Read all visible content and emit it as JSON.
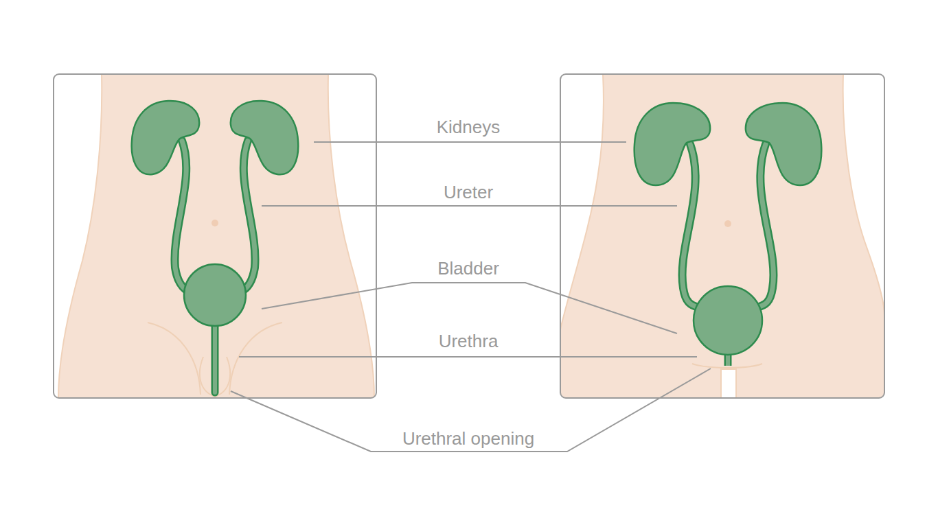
{
  "diagram": {
    "labels": [
      "Kidneys",
      "Ureter",
      "Bladder",
      "Urethra",
      "Urethral opening"
    ]
  }
}
